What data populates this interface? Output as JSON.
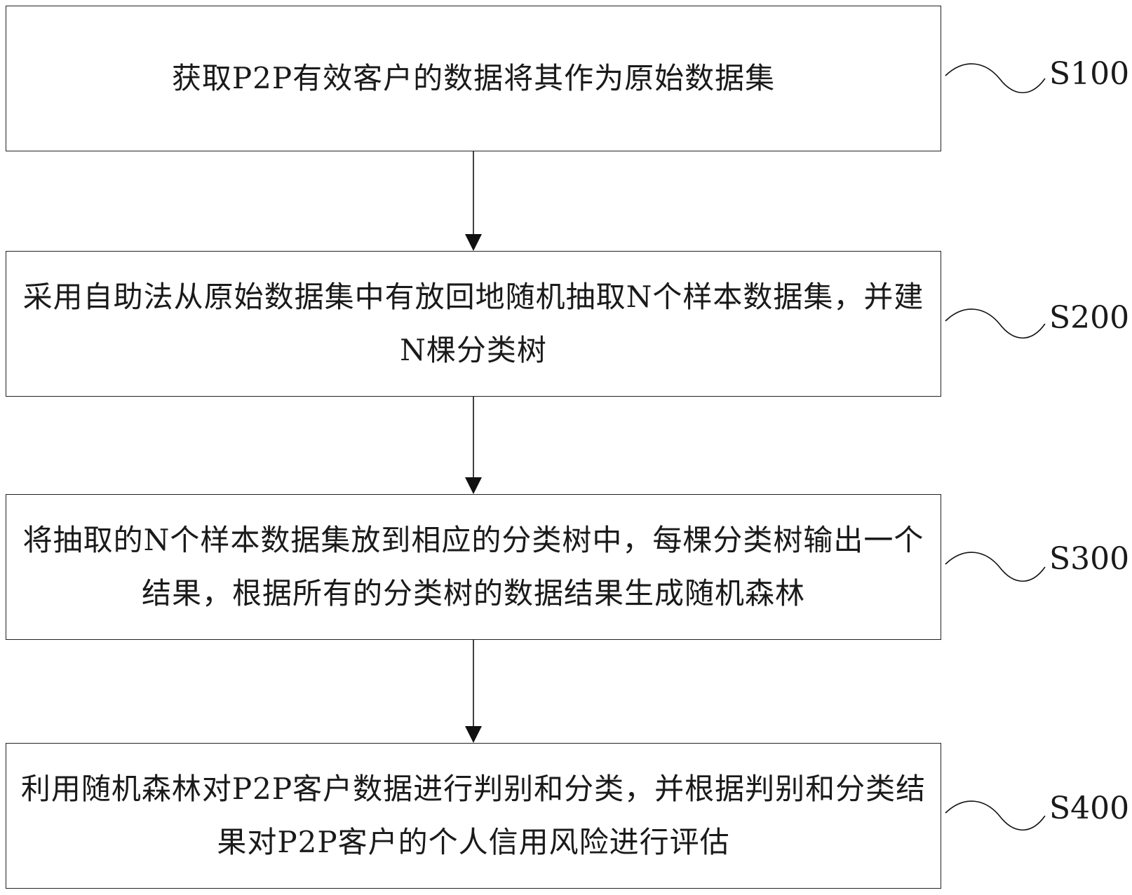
{
  "steps": [
    {
      "id": "S100",
      "text": "获取P2P有效客户的数据将其作为原始数据集"
    },
    {
      "id": "S200",
      "text": "采用自助法从原始数据集中有放回地随机抽取N个样本数据集，并建N棵分类树"
    },
    {
      "id": "S300",
      "text": "将抽取的N个样本数据集放到相应的分类树中，每棵分类树输出一个结果，根据所有的分类树的数据结果生成随机森林"
    },
    {
      "id": "S400",
      "text": "利用随机森林对P2P客户数据进行判别和分类，并根据判别和分类结果对P2P客户的个人信用风险进行评估"
    }
  ]
}
